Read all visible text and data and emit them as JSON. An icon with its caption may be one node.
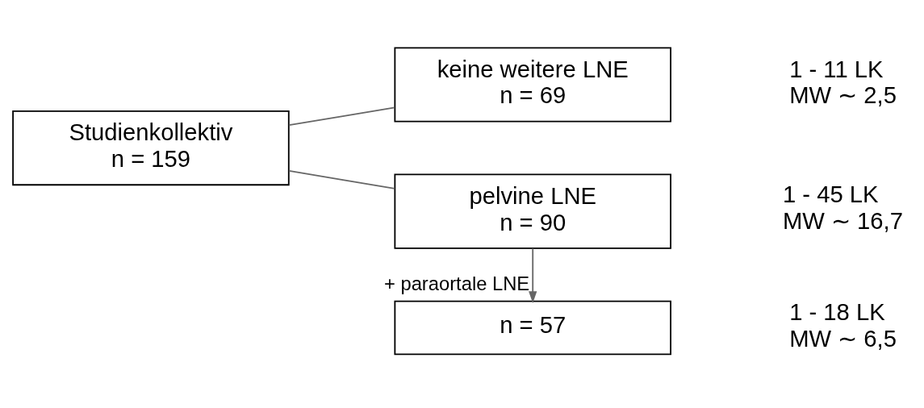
{
  "diagram": {
    "nodes": [
      {
        "text": [
          "Studienkollektiv",
          "n = 159"
        ]
      },
      {
        "text": [
          "keine weitere LNE",
          "n = 69"
        ],
        "beside": [
          "1 - 11 LK",
          "MW ∼ 2,5"
        ]
      },
      {
        "text": [
          "pelvine LNE",
          "n = 90"
        ],
        "beside": [
          "1 - 45 LK",
          "MW ∼ 16,7"
        ]
      },
      {
        "text": [
          "n = 57"
        ],
        "beside": [
          "1 - 18 LK",
          "MW ∼ 6,5"
        ]
      }
    ],
    "edges": [
      {
        "from": 0,
        "to": 1,
        "arrow": "none"
      },
      {
        "from": 0,
        "to": 2,
        "arrow": "none"
      },
      {
        "from": 2,
        "to": 3,
        "arrow": "to",
        "label": "+ paraortale LNE"
      }
    ]
  }
}
